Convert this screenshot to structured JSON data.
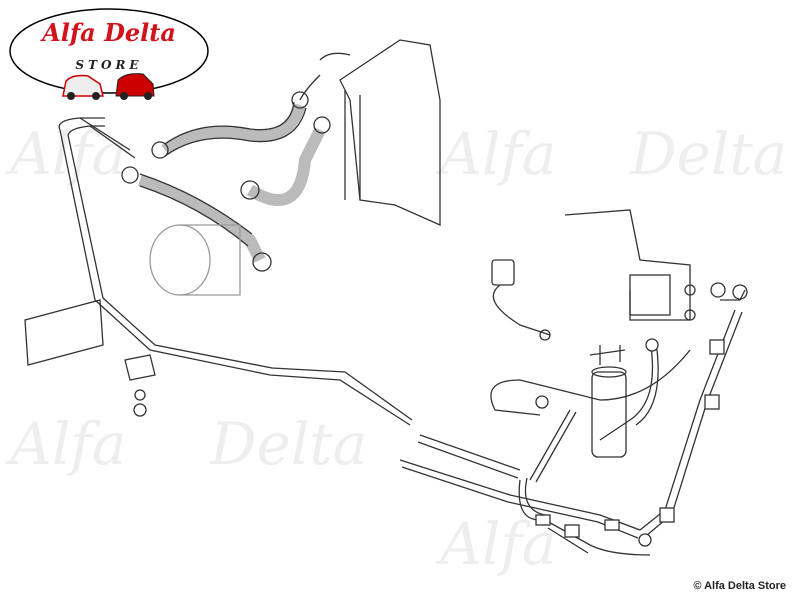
{
  "logo": {
    "brand": "Alfa Delta",
    "subtitle": "STORE"
  },
  "watermark": {
    "text_a": "Alfa",
    "text_b": "Delta"
  },
  "copyright": "© Alfa Delta Store",
  "colors": {
    "brand_red": "#d0141b",
    "line": "#333333",
    "watermark": "#eeeeee"
  }
}
